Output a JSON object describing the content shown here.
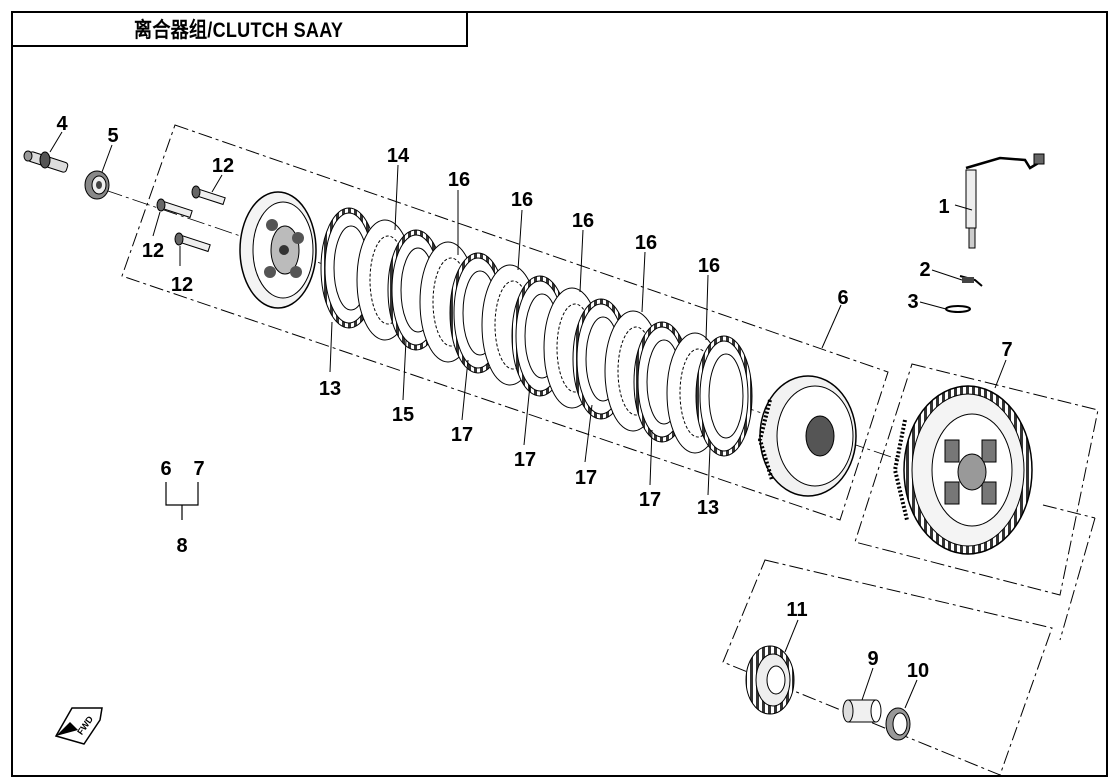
{
  "title": "离合器组/CLUTCH SAAY",
  "callouts": {
    "c1": "1",
    "c2": "2",
    "c3": "3",
    "c4": "4",
    "c5": "5",
    "c6_group": "6",
    "c7_group": "7",
    "c6_legend": "6",
    "c7_legend": "7",
    "c8_legend": "8",
    "c9": "9",
    "c10": "10",
    "c11": "11",
    "c12_top": "12",
    "c12_mid": "12",
    "c12_low": "12",
    "c13_left": "13",
    "c13_right": "13",
    "c14": "14",
    "c15": "15",
    "c16_a": "16",
    "c16_b": "16",
    "c16_c": "16",
    "c16_d": "16",
    "c16_e": "16",
    "c17_a": "17",
    "c17_b": "17",
    "c17_c": "17",
    "c17_d": "17",
    "c17_e": "17"
  },
  "direction_arrow": {
    "label": "FWD",
    "icon": "forward-arrow-icon"
  },
  "colors": {
    "line": "#000000",
    "part_fill": "#f2f2f2",
    "part_dark": "#6e6e6e",
    "background": "#ffffff"
  }
}
